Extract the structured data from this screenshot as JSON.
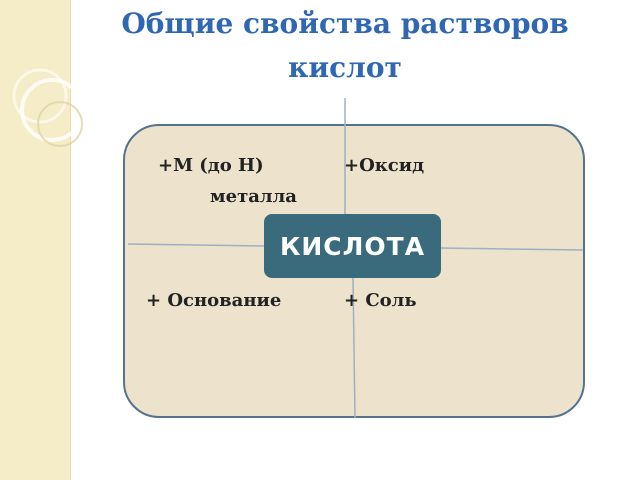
{
  "title": {
    "line1": "Общие свойства растворов",
    "line2": "кислот"
  },
  "center": {
    "label": "КИСЛОТА"
  },
  "items": {
    "metal_line1": "+М (до Н)",
    "metal_line2": "металла",
    "oxide": "+Оксид",
    "base": "+ Основание",
    "salt": "+ Соль"
  },
  "colors": {
    "title": "#2f67b3",
    "panel_fill": "#ede2cb",
    "panel_border": "#55728e",
    "center_box": "#3a6b7c",
    "side_strip": "#f5ecc8"
  }
}
